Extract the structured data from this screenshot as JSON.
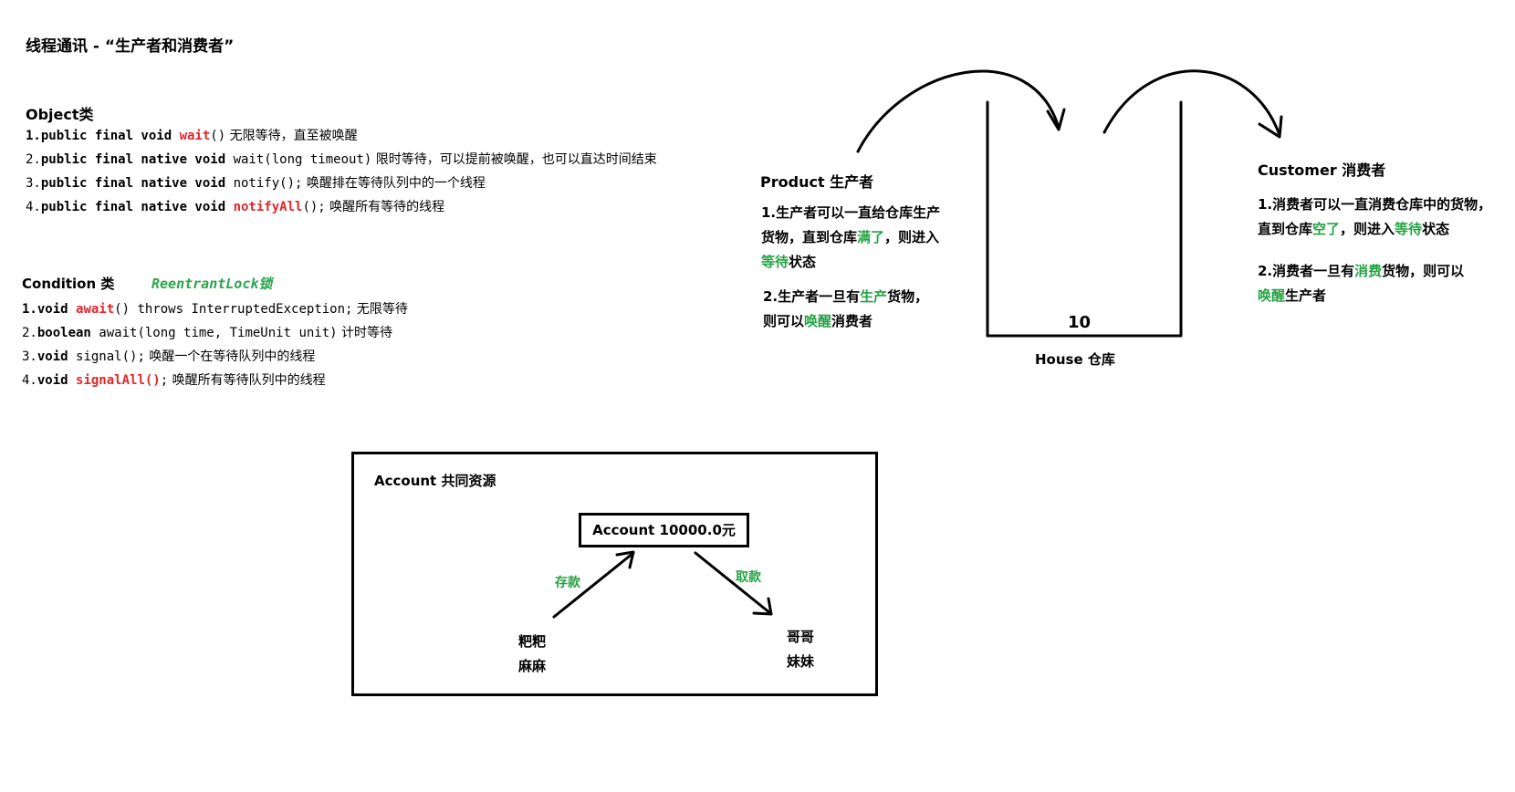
{
  "title": "线程通讯 - “生产者和消费者”",
  "object_section": {
    "heading": "Object类",
    "lines": [
      {
        "num": "1.",
        "kw": "public final void ",
        "red": "wait",
        "rest": "()",
        "zh": " 无限等待，直至被唤醒"
      },
      {
        "num": "2.",
        "kw": "public final native void ",
        "red": "",
        "rest": "wait(long timeout)",
        "zh": " 限时等待，可以提前被唤醒，也可以直达时间结束"
      },
      {
        "num": "3.",
        "kw": "public final native void ",
        "red": "",
        "rest": "notify();",
        "zh": " 唤醒排在等待队列中的一个线程"
      },
      {
        "num": "4.",
        "kw": "public final native void ",
        "red": "notifyAll",
        "rest": "();",
        "zh": " 唤醒所有等待的线程"
      }
    ]
  },
  "condition_section": {
    "heading": "Condition 类",
    "lock_label": "ReentrantLock锁",
    "lines": [
      {
        "num": "1.",
        "kw": "void ",
        "red": "await",
        "rest": "() throws InterruptedException;",
        "zh": " 无限等待"
      },
      {
        "num": "2.",
        "kw": "boolean ",
        "red": "",
        "rest": "await(long time, TimeUnit unit)",
        "zh": " 计时等待"
      },
      {
        "num": "3.",
        "kw": "void ",
        "red": "",
        "rest": "signal();",
        "zh": " 唤醒一个在等待队列中的线程"
      },
      {
        "num": "4.",
        "kw": "void ",
        "red": "signalAll()",
        "rest": ";",
        "zh": " 唤醒所有等待队列中的线程"
      }
    ]
  },
  "producer": {
    "heading": "Product  生产者",
    "p1": {
      "a": "1.生产者可以一直给仓库生产",
      "b": "货物，直到仓库",
      "c_green": "满了",
      "d": "，则进入",
      "e_green": "等待",
      "f": "状态"
    },
    "p2": {
      "a": "2.生产者一旦有",
      "b_green": "生产",
      "c": "货物，",
      "d": "则可以",
      "e_green": "唤醒",
      "f": "消费者"
    }
  },
  "warehouse": {
    "count": "10",
    "label": "House  仓库"
  },
  "consumer": {
    "heading": "Customer 消费者",
    "p1": {
      "a": "1.消费者可以一直消费仓库中的货物，",
      "b": "直到仓库",
      "c_green": "空了",
      "d": "，则进入",
      "e_green": "等待",
      "f": "状态"
    },
    "p2": {
      "a": "2.消费者一旦有",
      "b_green": "消费",
      "c": "货物，则可以",
      "d_green": "唤醒",
      "e": "生产者"
    }
  },
  "account": {
    "heading": "Account  共同资源",
    "box_text": "Account   10000.0元",
    "deposit": "存款",
    "withdraw": "取款",
    "depositors": [
      "粑粑",
      "麻麻"
    ],
    "withdrawers": [
      "哥哥",
      "妹妹"
    ]
  },
  "colors": {
    "red": "#e0262b",
    "green": "#25a244",
    "ink": "#000000"
  }
}
